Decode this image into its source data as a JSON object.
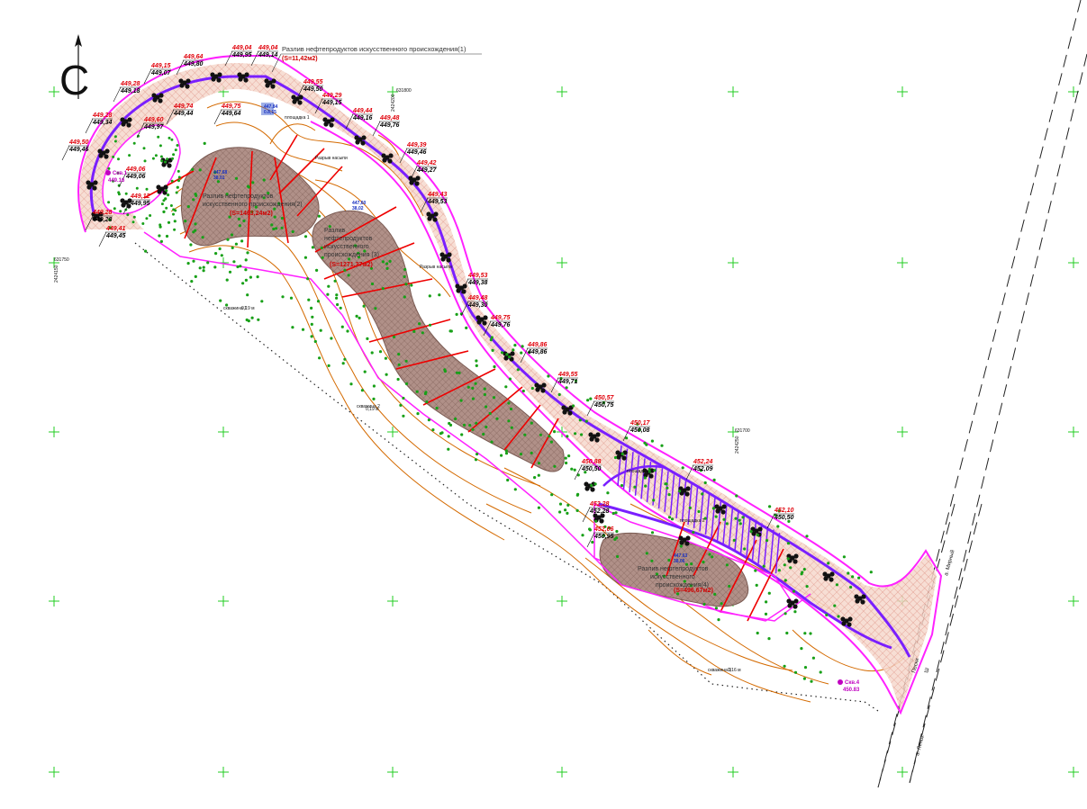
{
  "north_arrow": {
    "label": "С"
  },
  "spills": [
    {
      "name": "Разлив нефтепродуктов искусственного происхождения(1)",
      "area": "(S=11,42м2)"
    },
    {
      "line1": "Разлив нефтепродуктов",
      "line2": "искусственного происхождения(2)",
      "area": "(S=1463,24м2)"
    },
    {
      "line1": "Разлив",
      "line2": "нефтепродуктов",
      "line3": "искусственного",
      "line4": "происхождения (3)",
      "area": "(S=1271,37м2)"
    },
    {
      "line1": "Разлив нефтепродуктов",
      "line2": "искусственного",
      "line3": "происхождения(4)",
      "area": "(S=496,67м2)"
    }
  ],
  "grid_labels": [
    {
      "a": "631800",
      "b": "2424200"
    },
    {
      "a": "631750",
      "b": "2424150"
    },
    {
      "a": "631700",
      "b": "2424250"
    }
  ],
  "wells": [
    {
      "name": "Скв.1",
      "elev": "449.16"
    },
    {
      "name": "Скв.4",
      "elev": "450.83"
    }
  ],
  "notes": {
    "razryv1": "Разрыв насыпи",
    "razryv2": "Разрыв насыпи",
    "ploshchadka1": "площадка 1",
    "ploshchadka3": "площадка 3",
    "ploshchadka2": "площадка 2"
  },
  "ponds": [
    {
      "e1": "447,84",
      "e2": "0.8,15"
    },
    {
      "e1": "447,68",
      "e2": "38,01"
    },
    {
      "e1": "447,60",
      "e2": "38,02"
    },
    {
      "e1": "447,63",
      "e2": "38,06"
    }
  ],
  "borings": [
    {
      "label": "скважина 1",
      "value": "0,19 м"
    },
    {
      "label": "скважина 2",
      "value": "0,19 м"
    },
    {
      "label": "скважина 3",
      "value": "0,16 м"
    }
  ],
  "roads": {
    "road1": "а. Мирный",
    "road2": "а. Ленок",
    "road3": "Пески",
    "road4": "Ш"
  },
  "elevation_pairs": [
    {
      "top": "449,04",
      "bottom": "449,95"
    },
    {
      "top": "449,04",
      "bottom": "449,14"
    },
    {
      "top": "449,64",
      "bottom": "449,80"
    },
    {
      "top": "449,15",
      "bottom": "449,07"
    },
    {
      "top": "449,28",
      "bottom": "449,18"
    },
    {
      "top": "449,28",
      "bottom": "449,34"
    },
    {
      "top": "449,60",
      "bottom": "449,97"
    },
    {
      "top": "449,74",
      "bottom": "449,44"
    },
    {
      "top": "449,75",
      "bottom": "449,64"
    },
    {
      "top": "449,55",
      "bottom": "449,50"
    },
    {
      "top": "449,29",
      "bottom": "449,15"
    },
    {
      "top": "449,44",
      "bottom": "449,16"
    },
    {
      "top": "449,48",
      "bottom": "449,76"
    },
    {
      "top": "449,50",
      "bottom": "449,46"
    },
    {
      "top": "449,06",
      "bottom": "449,06"
    },
    {
      "top": "449,12",
      "bottom": "449,95"
    },
    {
      "top": "449,28",
      "bottom": "449,28"
    },
    {
      "top": "449,41",
      "bottom": "449,45"
    },
    {
      "top": "449,39",
      "bottom": "449,46"
    },
    {
      "top": "449,42",
      "bottom": "449,27"
    },
    {
      "top": "449,43",
      "bottom": "449,53"
    },
    {
      "top": "449,53",
      "bottom": "449,38"
    },
    {
      "top": "449,48",
      "bottom": "449,30"
    },
    {
      "top": "449,75",
      "bottom": "449,76"
    },
    {
      "top": "449,86",
      "bottom": "449,86"
    },
    {
      "top": "449,55",
      "bottom": "449,71"
    },
    {
      "top": "450,57",
      "bottom": "450,75"
    },
    {
      "top": "450,17",
      "bottom": "450,08"
    },
    {
      "top": "450,88",
      "bottom": "450,50"
    },
    {
      "top": "452,28",
      "bottom": "452,28"
    },
    {
      "top": "452,06",
      "bottom": "450,95"
    },
    {
      "top": "452,24",
      "bottom": "452,09"
    },
    {
      "top": "452,10",
      "bottom": "450,50"
    }
  ],
  "colors": {
    "contour": "#d46a00",
    "boundary": "#ff22ff",
    "embankment": "#7a1fff",
    "hatch": "#e8a090",
    "spill_fill": "#a88a80",
    "transect": "#ee0000",
    "grid_cross": "#22cc22",
    "tree": "#18a018"
  }
}
